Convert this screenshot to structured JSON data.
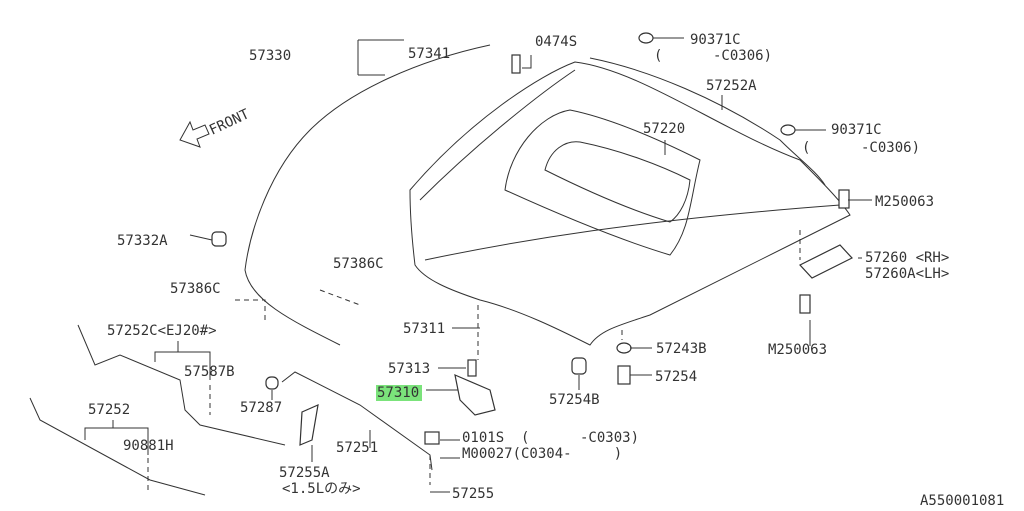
{
  "diagram": {
    "direction_label": "FRONT",
    "figure_code": "A550001081",
    "highlight_color": "#7be37b",
    "callouts": {
      "p57341": "57341",
      "p57330": "57330",
      "p0474S": "0474S",
      "p90371C_a": "90371C",
      "p90371C_a_range": "(      -C0306)",
      "p57252A": "57252A",
      "p57220": "57220",
      "p90371C_b": "90371C",
      "p90371C_b_range": "(      -C0306)",
      "pM250063_a": "M250063",
      "p57260": "57260 <RH>",
      "p57260A": "57260A<LH>",
      "pM250063_b": "M250063",
      "p57243B": "57243B",
      "p57254": "57254",
      "p57254B": "57254B",
      "p57311": "57311",
      "p57313": "57313",
      "p57310": "57310",
      "p0101S": "0101S  (      -C0303)",
      "pM00027": "M00027(C0304-     )",
      "p57255": "57255",
      "p57251": "57251",
      "p57255A": "57255A",
      "p57255A_note": "<1.5Lのみ>",
      "p57287": "57287",
      "p57587B": "57587B",
      "p57252C": "57252C<EJ20#>",
      "p57252": "57252",
      "p90881H": "90881H",
      "p57332A": "57332A",
      "p57386C_a": "57386C",
      "p57386C_b": "57386C"
    }
  }
}
